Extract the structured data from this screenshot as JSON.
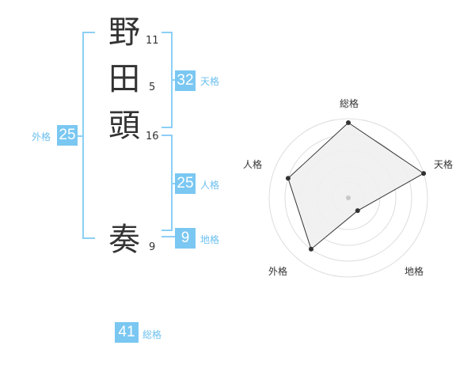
{
  "name": {
    "characters": [
      {
        "char": "野",
        "strokes": "11"
      },
      {
        "char": "田",
        "strokes": "5"
      },
      {
        "char": "頭",
        "strokes": "16"
      },
      {
        "char": "奏",
        "strokes": "9"
      }
    ]
  },
  "scores": {
    "tenkaku": {
      "label": "天格",
      "value": "32"
    },
    "jinkaku": {
      "label": "人格",
      "value": "25"
    },
    "chikaku": {
      "label": "地格",
      "value": "9"
    },
    "gaikaku": {
      "label": "外格",
      "value": "25"
    },
    "soukaku": {
      "label": "総格",
      "value": "41"
    }
  },
  "radar": {
    "axes": [
      "総格",
      "天格",
      "地格",
      "外格",
      "人格"
    ],
    "levels": 5,
    "values": [
      0.95,
      1.0,
      0.2,
      0.8,
      0.8
    ],
    "fill_color": "#f0f0f0",
    "line_color": "#333333",
    "grid_color": "#dddddd"
  },
  "colors": {
    "accent": "#7ac7f2",
    "bracket": "#8ccff5",
    "label": "#6cc0ef"
  }
}
